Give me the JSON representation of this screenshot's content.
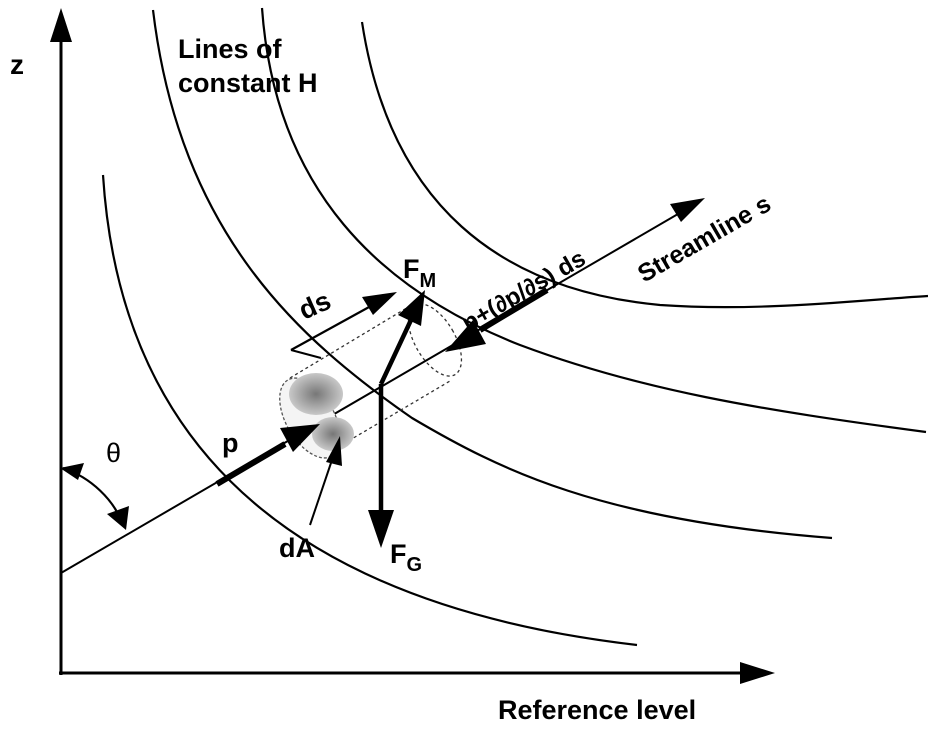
{
  "axes": {
    "z_label": "z",
    "x_label": "Reference level"
  },
  "labels": {
    "constant_h_line1": "Lines of",
    "constant_h_line2": "constant H",
    "streamline": "Streamline s",
    "angle": "θ",
    "pressure_in": "p",
    "pressure_out": "p+(∂p/∂s) ds",
    "ds": "ds",
    "area": "dA",
    "force_m": "F",
    "force_m_sub": "M",
    "force_g": "F",
    "force_g_sub": "G"
  }
}
